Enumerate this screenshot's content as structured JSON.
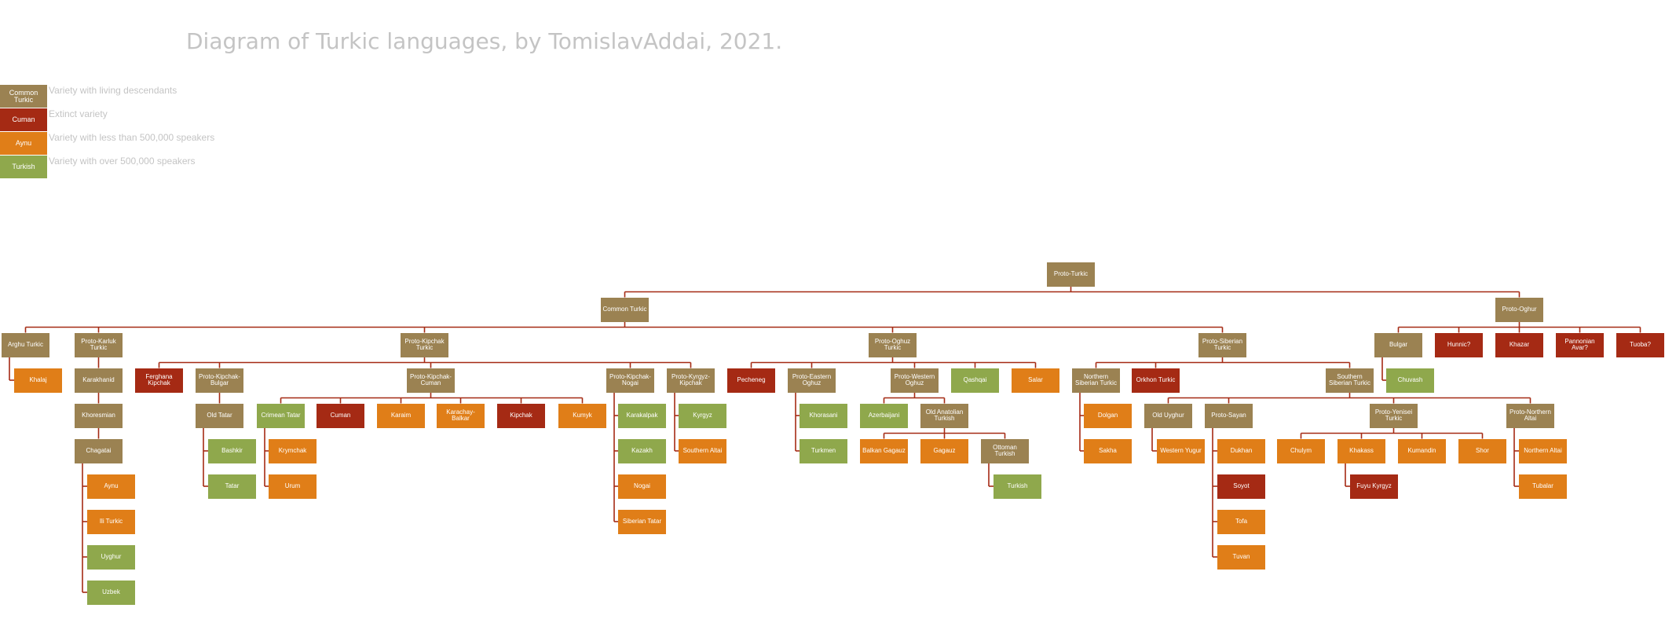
{
  "title": "Diagram of Turkic languages, by TomislavAddai, 2021.",
  "colors": {
    "brown": "#9b8252",
    "red": "#a52a14",
    "orange": "#e07e18",
    "green": "#8fa84c",
    "line": "#a52a14"
  },
  "legend": [
    {
      "sample": "Common Turkic",
      "label": "Variety with living descendants",
      "color": "brown"
    },
    {
      "sample": "Cuman",
      "label": "Extinct variety",
      "color": "red"
    },
    {
      "sample": "Aynu",
      "label": "Variety with less than 500,000 speakers",
      "color": "orange"
    },
    {
      "sample": "Turkish",
      "label": "Variety with over 500,000 speakers",
      "color": "green"
    }
  ],
  "tree": {
    "label": "Proto-Turkic",
    "color": "brown",
    "children": [
      {
        "label": "Common Turkic",
        "color": "brown",
        "children": [
          {
            "label": "Arghu Turkic",
            "color": "brown",
            "children": [
              {
                "label": "Khalaj",
                "color": "orange"
              }
            ]
          },
          {
            "label": "Proto-Karluk Turkic",
            "color": "brown",
            "children": [
              {
                "label": "Karakhanid",
                "color": "brown",
                "children": [
                  {
                    "label": "Khoresmian",
                    "color": "brown",
                    "children": [
                      {
                        "label": "Chagatai",
                        "color": "brown",
                        "children": [
                          {
                            "label": "Aynu",
                            "color": "orange"
                          },
                          {
                            "label": "Ili Turkic",
                            "color": "orange"
                          },
                          {
                            "label": "Uyghur",
                            "color": "green"
                          },
                          {
                            "label": "Uzbek",
                            "color": "green"
                          }
                        ]
                      }
                    ]
                  }
                ]
              }
            ]
          },
          {
            "label": "Proto-Kipchak Turkic",
            "color": "brown",
            "children": [
              {
                "label": "Ferghana Kipchak",
                "color": "red"
              },
              {
                "label": "Proto-Kipchak-Bulgar",
                "color": "brown",
                "children": [
                  {
                    "label": "Old Tatar",
                    "color": "brown",
                    "children": [
                      {
                        "label": "Bashkir",
                        "color": "green"
                      },
                      {
                        "label": "Tatar",
                        "color": "green"
                      }
                    ]
                  }
                ]
              },
              {
                "label": "Proto-Kipchak-Cuman",
                "color": "brown",
                "children": [
                  {
                    "label": "Crimean Tatar",
                    "color": "green",
                    "children": [
                      {
                        "label": "Krymchak",
                        "color": "orange"
                      },
                      {
                        "label": "Urum",
                        "color": "orange"
                      }
                    ]
                  },
                  {
                    "label": "Cuman",
                    "color": "red"
                  },
                  {
                    "label": "Karaim",
                    "color": "orange"
                  },
                  {
                    "label": "Karachay-Balkar",
                    "color": "orange"
                  },
                  {
                    "label": "Kipchak",
                    "color": "red"
                  },
                  {
                    "label": "Kumyk",
                    "color": "orange"
                  }
                ]
              },
              {
                "label": "Proto-Kipchak-Nogai",
                "color": "brown",
                "children": [
                  {
                    "label": "Karakalpak",
                    "color": "green"
                  },
                  {
                    "label": "Kazakh",
                    "color": "green"
                  },
                  {
                    "label": "Nogai",
                    "color": "orange"
                  },
                  {
                    "label": "Siberian Tatar",
                    "color": "orange"
                  }
                ]
              },
              {
                "label": "Proto-Kyrgyz-Kipchak",
                "color": "brown",
                "children": [
                  {
                    "label": "Kyrgyz",
                    "color": "green"
                  },
                  {
                    "label": "Southern Altai",
                    "color": "orange"
                  }
                ]
              }
            ]
          },
          {
            "label": "Proto-Oghuz Turkic",
            "color": "brown",
            "children": [
              {
                "label": "Pecheneg",
                "color": "red"
              },
              {
                "label": "Proto-Eastern Oghuz",
                "color": "brown",
                "children": [
                  {
                    "label": "Khorasani",
                    "color": "green"
                  },
                  {
                    "label": "Turkmen",
                    "color": "green"
                  }
                ]
              },
              {
                "label": "Proto-Western Oghuz",
                "color": "brown",
                "children": [
                  {
                    "label": "Azerbaijani",
                    "color": "green"
                  },
                  {
                    "label": "Old Anatolian Turkish",
                    "color": "brown",
                    "children": [
                      {
                        "label": "Balkan Gagauz",
                        "color": "orange"
                      },
                      {
                        "label": "Gagauz",
                        "color": "orange"
                      },
                      {
                        "label": "Ottoman Turkish",
                        "color": "brown",
                        "children": [
                          {
                            "label": "Turkish",
                            "color": "green"
                          }
                        ]
                      }
                    ]
                  }
                ]
              },
              {
                "label": "Qashqai",
                "color": "green"
              },
              {
                "label": "Salar",
                "color": "orange"
              }
            ]
          },
          {
            "label": "Proto-Siberian Turkic",
            "color": "brown",
            "children": [
              {
                "label": "Northern Siberian Turkic",
                "color": "brown",
                "children": [
                  {
                    "label": "Dolgan",
                    "color": "orange"
                  },
                  {
                    "label": "Sakha",
                    "color": "orange"
                  }
                ]
              },
              {
                "label": "Orkhon Turkic",
                "color": "red"
              },
              {
                "label": "Southern Siberian Turkic",
                "color": "brown",
                "children": [
                  {
                    "label": "Old Uyghur",
                    "color": "brown",
                    "children": [
                      {
                        "label": "Western Yugur",
                        "color": "orange"
                      }
                    ]
                  },
                  {
                    "label": "Proto-Sayan",
                    "color": "brown",
                    "children": [
                      {
                        "label": "Dukhan",
                        "color": "orange"
                      },
                      {
                        "label": "Soyot",
                        "color": "red"
                      },
                      {
                        "label": "Tofa",
                        "color": "orange"
                      },
                      {
                        "label": "Tuvan",
                        "color": "orange"
                      }
                    ]
                  },
                  {
                    "label": "Proto-Yenisei Turkic",
                    "color": "brown",
                    "children": [
                      {
                        "label": "Chulym",
                        "color": "orange"
                      },
                      {
                        "label": "Khakass",
                        "color": "orange",
                        "children": [
                          {
                            "label": "Fuyu Kyrgyz",
                            "color": "red"
                          }
                        ]
                      },
                      {
                        "label": "Kumandin",
                        "color": "orange"
                      },
                      {
                        "label": "Shor",
                        "color": "orange"
                      }
                    ]
                  },
                  {
                    "label": "Proto-Northern Altai",
                    "color": "brown",
                    "children": [
                      {
                        "label": "Northern Altai",
                        "color": "orange"
                      },
                      {
                        "label": "Tubalar",
                        "color": "orange"
                      }
                    ]
                  }
                ]
              }
            ]
          }
        ]
      },
      {
        "label": "Proto-Oghur",
        "color": "brown",
        "children": [
          {
            "label": "Bulgar",
            "color": "brown",
            "children": [
              {
                "label": "Chuvash",
                "color": "green"
              }
            ]
          },
          {
            "label": "Hunnic?",
            "color": "red"
          },
          {
            "label": "Khazar",
            "color": "red"
          },
          {
            "label": "Pannonian Avar?",
            "color": "red"
          },
          {
            "label": "Tuoba?",
            "color": "red"
          }
        ]
      }
    ]
  }
}
